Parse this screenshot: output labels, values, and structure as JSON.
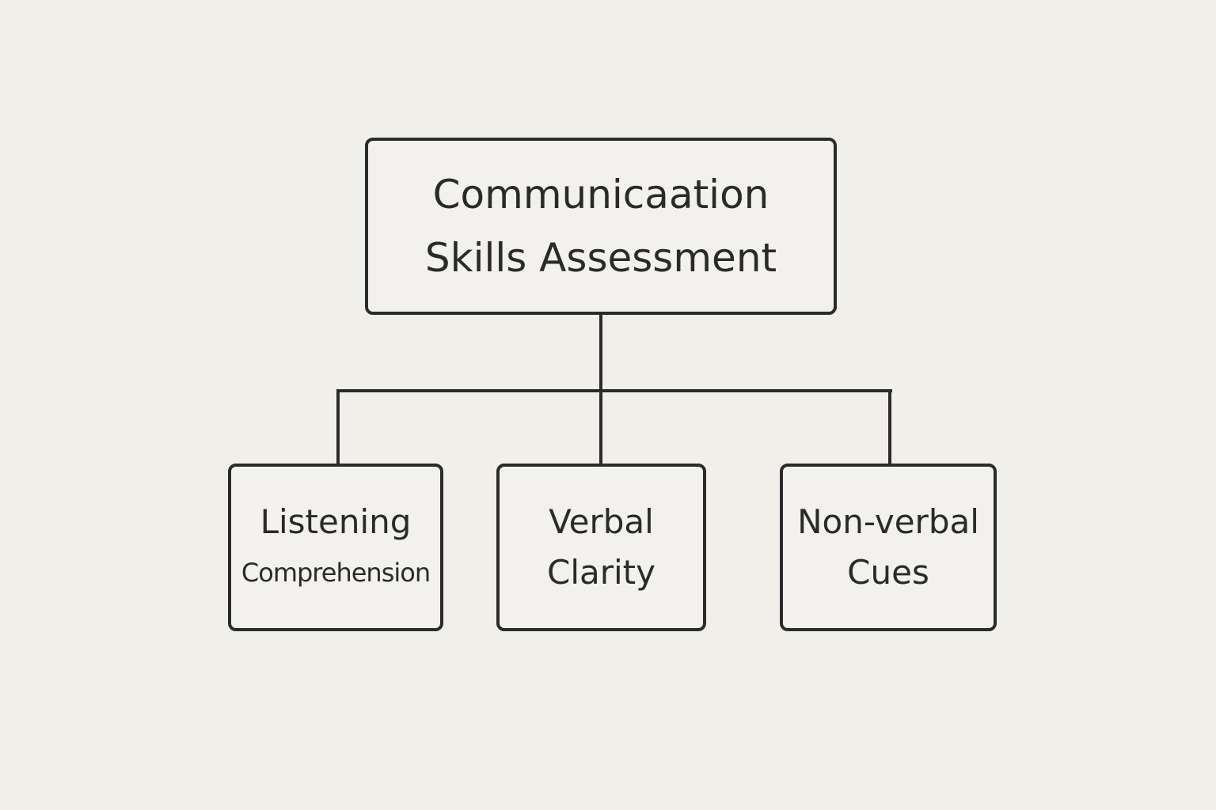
{
  "diagram": {
    "root": {
      "line1": "Communicaation",
      "line2": "Skills Assessment"
    },
    "children": [
      {
        "line1": "Listening",
        "line2": "Comprehension"
      },
      {
        "line1": "Verbal",
        "line2": "Clarity"
      },
      {
        "line1": "Non-verbal",
        "line2": "Cues"
      }
    ]
  }
}
